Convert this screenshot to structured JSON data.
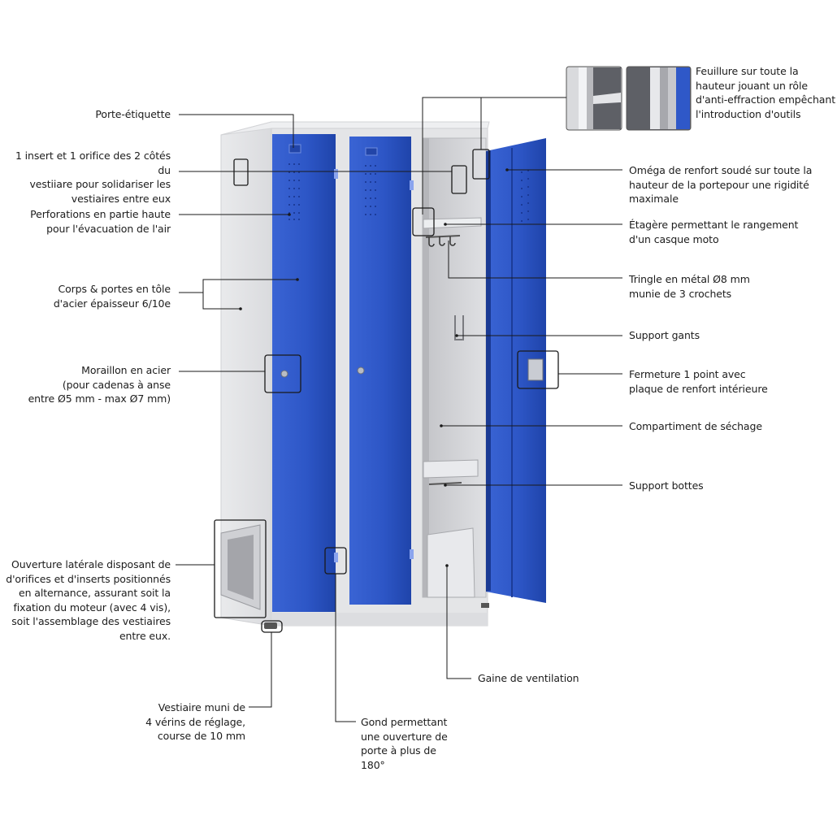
{
  "labels": {
    "porte_etiquette": "Porte-étiquette",
    "insert_orifice": "1 insert et 1 orifice des 2 côtés du\nvestiiare pour solidariser les\nvestiaires entre eux",
    "perforations": "Perforations en partie haute\npour l'évacuation de l'air",
    "corps_portes": "Corps & portes en tôle\nd'acier épaisseur 6/10e",
    "moraillon": "Moraillon en acier\n(pour cadenas à anse\nentre Ø5 mm - max Ø7 mm)",
    "ouverture_laterale": "Ouverture latérale disposant de\nd'orifices et d'inserts positionnés\nen alternance, assurant soit la\nfixation du moteur (avec 4 vis),\nsoit l'assemblage des vestiaires\nentre eux.",
    "verins": "Vestiaire muni de\n4 vérins de réglage,\ncourse de 10 mm",
    "gond": "Gond permettant\nune ouverture de\nporte à plus de\n180°",
    "gaine": "Gaine de ventilation",
    "feuillure": "Feuillure sur toute la\nhauteur jouant un rôle\nd'anti-effraction empêchant\nl'introduction d'outils",
    "omega": "Oméga de renfort soudé sur toute la\nhauteur de la portepour une rigidité\nmaximale",
    "etagere": "Étagère permettant le rangement\nd'un casque moto",
    "tringle": "Tringle en métal Ø8 mm\nmunie de 3 crochets",
    "support_gants": "Support gants",
    "fermeture": "Fermeture 1 point avec\nplaque de renfort intérieure",
    "compartiment": "Compartiment de séchage",
    "support_bottes": "Support bottes"
  },
  "colors": {
    "door_blue": "#2f58c8",
    "door_blue_dark": "#1f3f9e",
    "body_grey": "#e1e2e4",
    "body_grey_dark": "#c9cacd",
    "interior": "#d2d3d6"
  }
}
